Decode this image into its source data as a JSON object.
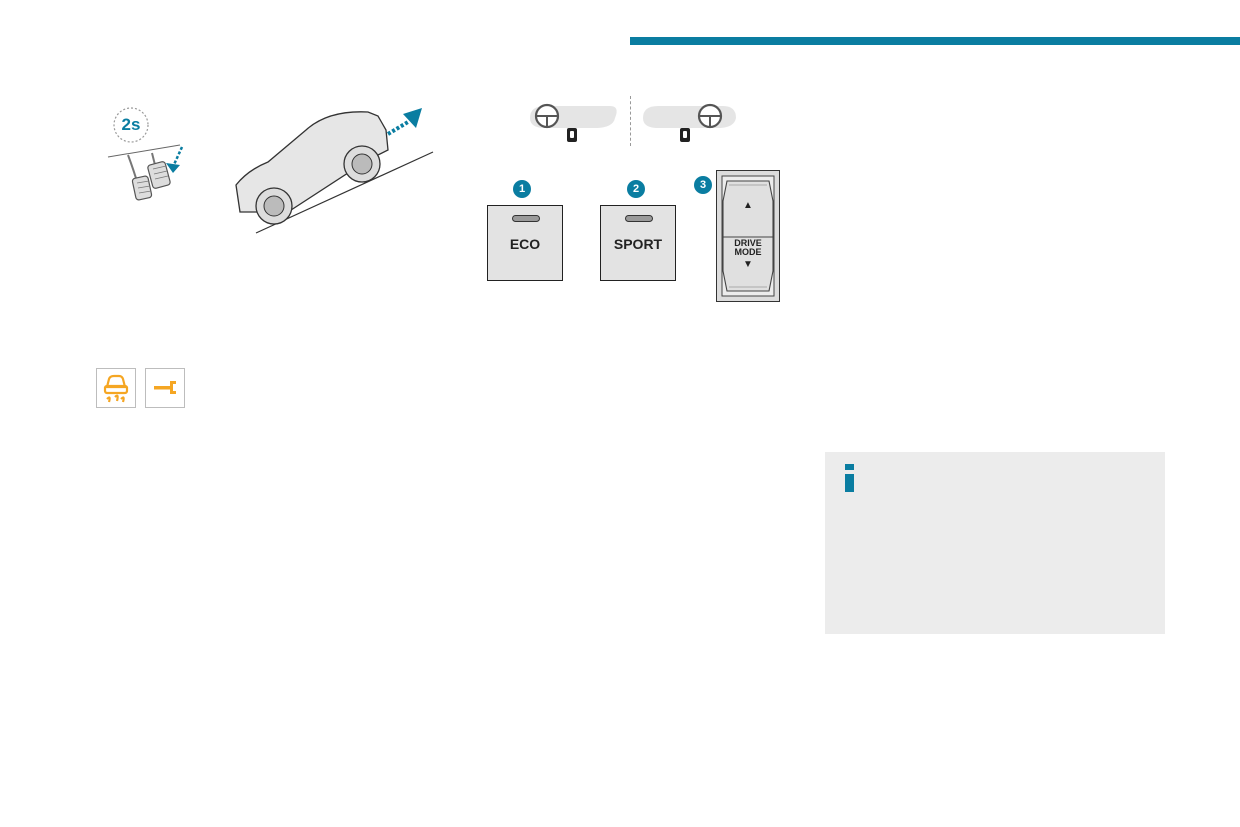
{
  "colors": {
    "accent": "#0a7da1",
    "warning": "#f5a623",
    "panel_bg": "#ececec",
    "button_bg": "#e3e3e3",
    "badge": "#0a7da1"
  },
  "timer_badge": {
    "label": "2s"
  },
  "buttons": [
    {
      "number": "1",
      "label": "ECO"
    },
    {
      "number": "2",
      "label": "SPORT"
    }
  ],
  "drive_mode": {
    "number": "3",
    "label_line1": "DRIVE",
    "label_line2": "MODE",
    "up_symbol": "▲",
    "down_symbol": "▼"
  },
  "warning_icons": [
    {
      "name": "stability-control-icon"
    },
    {
      "name": "wrench-icon"
    }
  ],
  "info_box": {
    "icon": "info-icon"
  }
}
